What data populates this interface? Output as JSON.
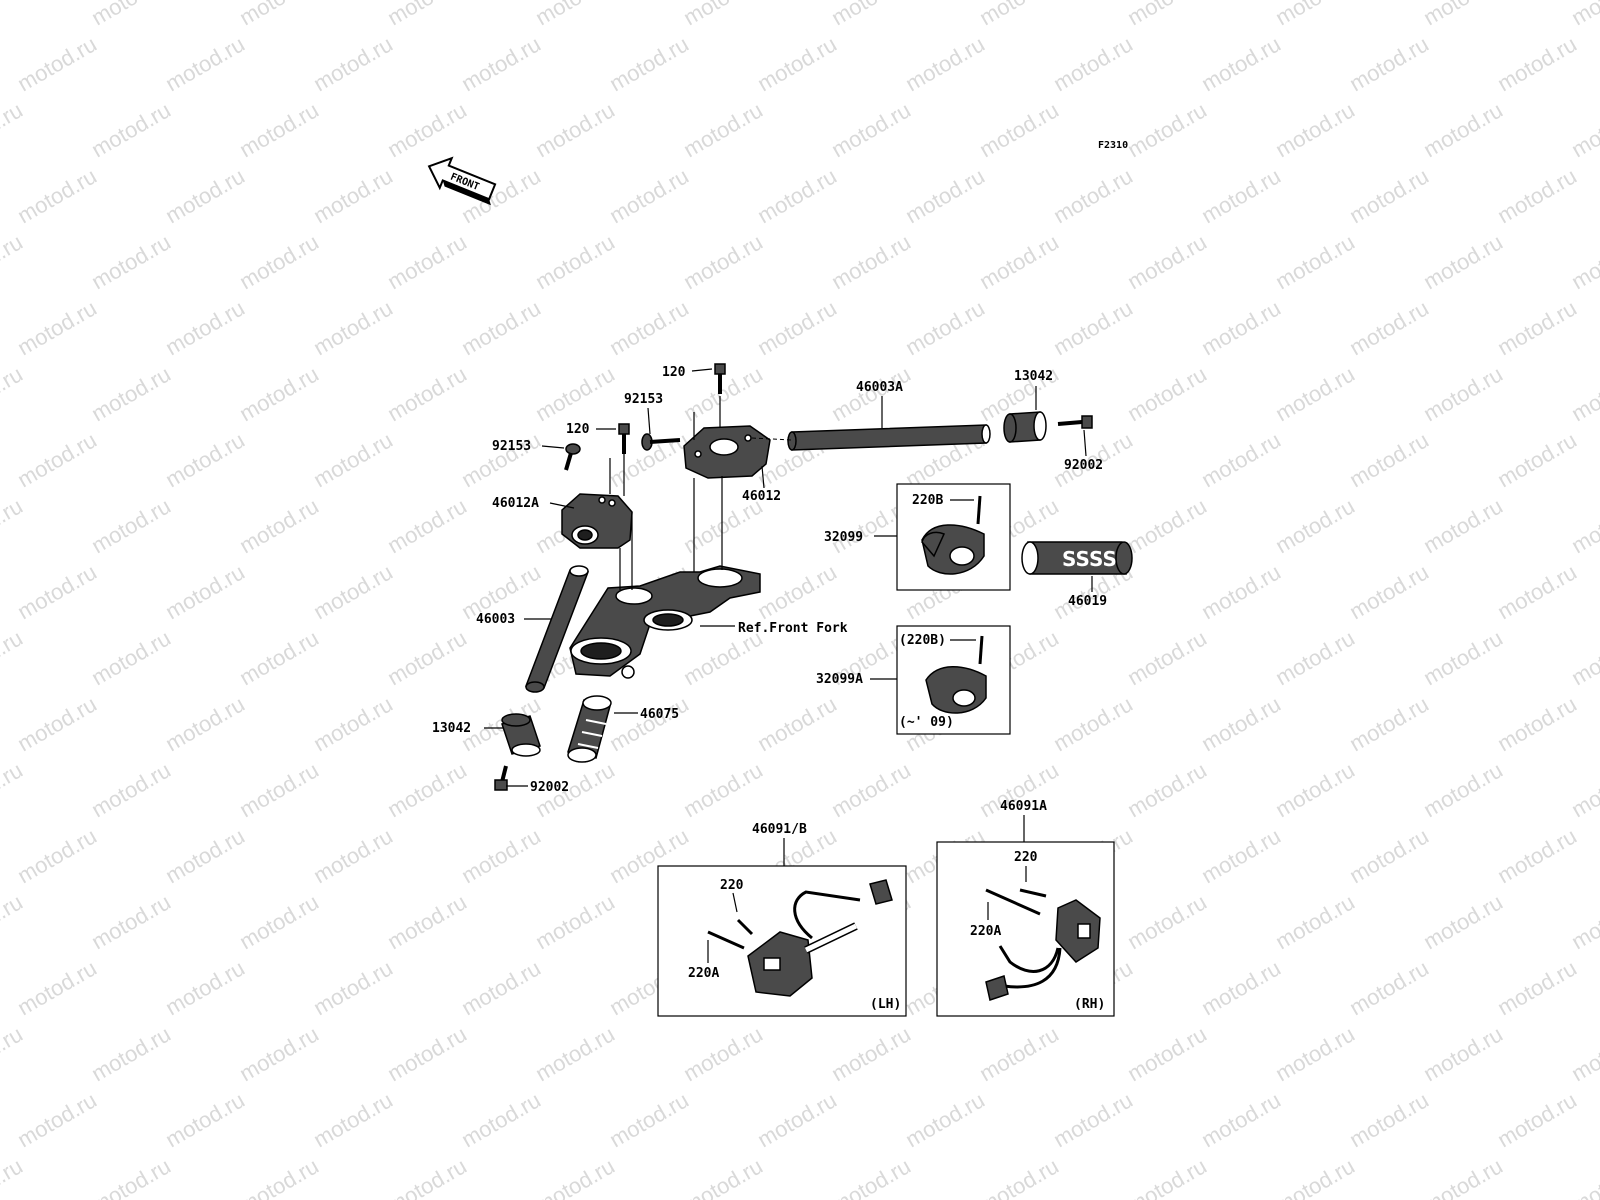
{
  "watermark": "motod.ru",
  "figure_code": "F2310",
  "front_label": "FRONT",
  "labels": {
    "bolt_120_top": "120",
    "bolt_120_left": "120",
    "bolt_92153_upper": "92153",
    "bolt_92153_left": "92153",
    "handlebar_right": "46003A",
    "weight_right": "13042",
    "screw_right": "92002",
    "holder_right": "46012",
    "holder_left": "46012A",
    "handlebar_left": "46003",
    "ref_front_fork": "Ref.Front Fork",
    "grip_left": "46075",
    "weight_left": "13042",
    "screw_left": "92002",
    "throttle_screw": "220B",
    "throttle_case": "32099",
    "grip_right": "46019",
    "throttle_screw_alt": "(220B)",
    "throttle_case_alt": "32099A",
    "throttle_years": "(~' 09)",
    "switch_lh": "46091/B",
    "lh_screw_220": "220",
    "lh_screw_220a": "220A",
    "lh_side": "(LH)",
    "switch_rh": "46091A",
    "rh_screw_220": "220",
    "rh_screw_220a": "220A",
    "rh_side": "(RH)"
  }
}
